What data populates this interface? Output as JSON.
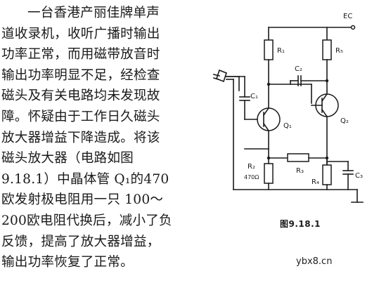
{
  "article": {
    "lines": [
      "一台香港产丽佳牌单声",
      "道收录机，收听广播时输出",
      "功率正常，而用磁带放音时",
      "输出功率明显不足，经检查",
      "磁头及有关电路均未发现故",
      "障。怀疑由于工作日久磁头",
      "放大器增益下降造成。将该",
      "磁头放大器（电路如图",
      "9.18.1）中晶体管 Q₁的470",
      "欧发射极电阻用一只 100～",
      "200欧电阻代换后，减小了负",
      "反馈，提高了放大器增益，",
      "输出功率恢复了正常。"
    ]
  },
  "circuit": {
    "supply_label": "EC",
    "r1_label": "R₁",
    "r5_label": "R₅",
    "c2_label": "C₂",
    "c1_label": "C₁",
    "q1_label": "Q₁",
    "q2_label": "Q₂",
    "r2_label": "R₂",
    "r2_value": "470Ω",
    "r3_label": "R₃",
    "r4_label": "R₄",
    "c3_label": "C₃"
  },
  "figure": {
    "caption": "图9.18.1"
  },
  "watermark": "ybx8.cn"
}
